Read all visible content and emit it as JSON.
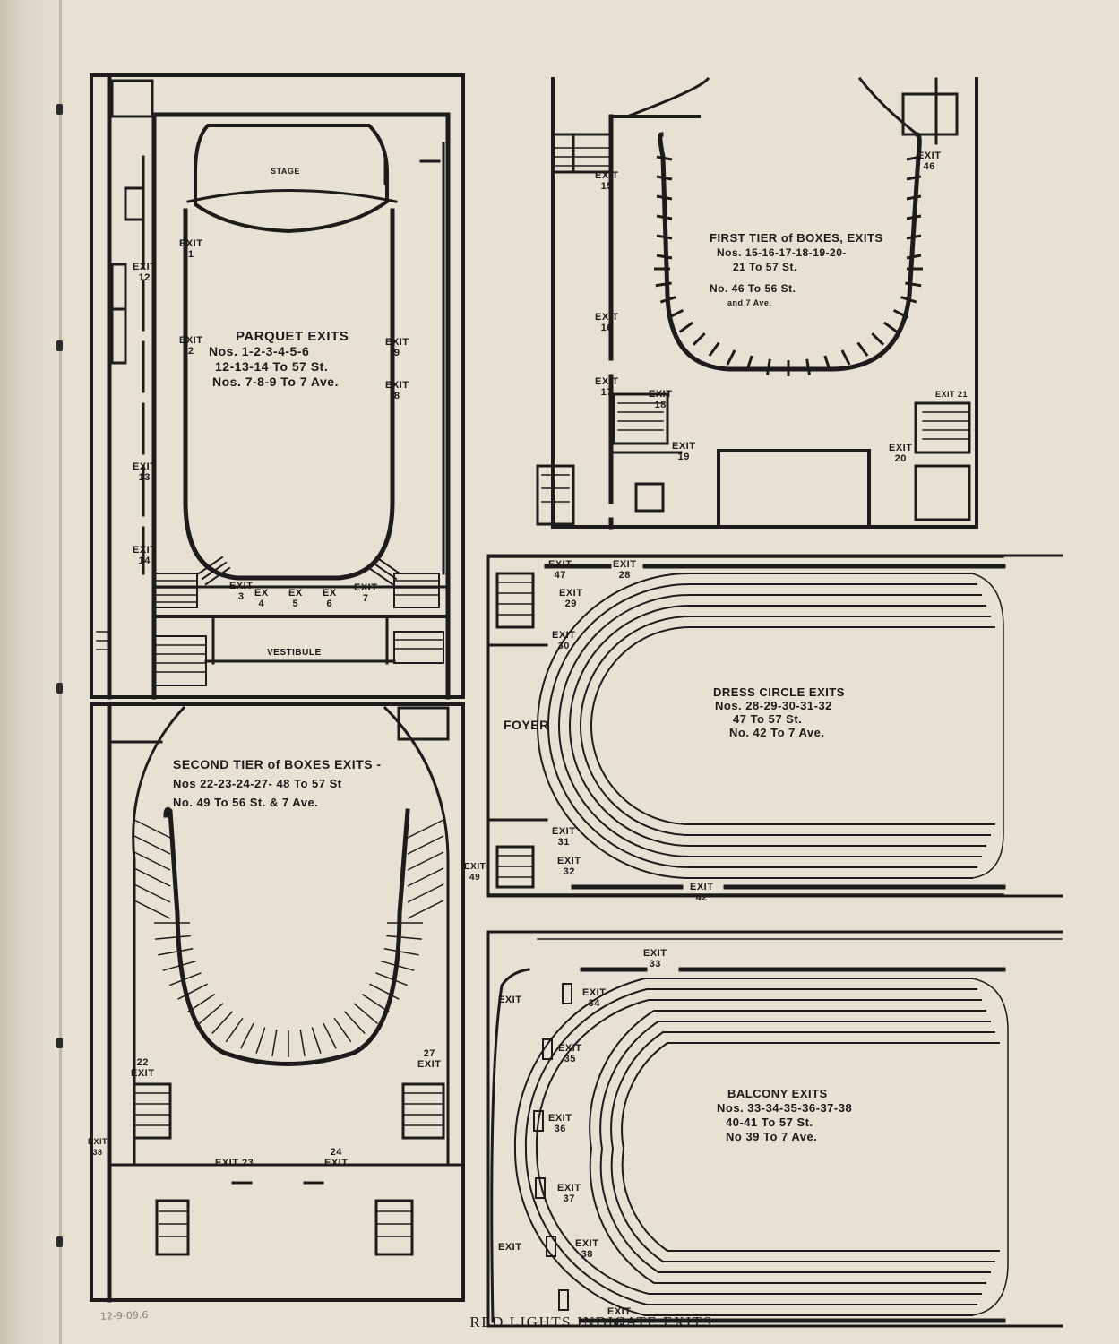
{
  "caption": "RED LIGHTS INDICATE EXITS",
  "handwritten_note": "12-9-09.6",
  "parquet": {
    "stage": "STAGE",
    "vestibule": "VESTIBULE",
    "title": "PARQUET EXITS",
    "line1": "Nos. 1-2-3-4-5-6",
    "line2": "12-13-14 To 57 St.",
    "line3": "Nos. 7-8-9 To 7 Ave."
  },
  "first_tier": {
    "title": "FIRST TIER of BOXES, EXITS",
    "line1": "Nos. 15-16-17-18-19-20-",
    "line2": "21 To 57 St.",
    "line3": "No. 46 To 56 St.",
    "line4": "and 7 Ave."
  },
  "dress_circle": {
    "title": "DRESS CIRCLE EXITS",
    "line1": "Nos. 28-29-30-31-32",
    "line2": "47 To 57 St.",
    "line3": "No. 42 To 7 Ave.",
    "foyer": "FOYER"
  },
  "second_tier": {
    "title": "SECOND TIER of BOXES EXITS -",
    "line1": "Nos 22-23-24-27- 48 To 57 St",
    "line2": "No. 49 To 56 St. & 7 Ave."
  },
  "balcony": {
    "title": "BALCONY EXITS",
    "line1": "Nos. 33-34-35-36-37-38",
    "line2": "40-41 To 57 St.",
    "line3": "No 39 To 7 Ave."
  },
  "exit_word": "EXIT",
  "ex_word": "EX",
  "exits": {
    "e1": "1",
    "e2": "2",
    "e3": "3",
    "e4": "4",
    "e5": "5",
    "e6": "6",
    "e7": "7",
    "e8": "8",
    "e9": "9",
    "e12": "12",
    "e13": "13",
    "e14": "14",
    "e15": "15",
    "e16": "16",
    "e17": "17",
    "e18": "18",
    "e19": "19",
    "e20": "20",
    "e21": "21",
    "e46": "46",
    "e22": "22",
    "e23": "23",
    "e24": "24",
    "e27": "27",
    "e38": "38",
    "e49": "49",
    "e28": "28",
    "e29": "29",
    "e30": "30",
    "e31": "31",
    "e32": "32",
    "e42": "42",
    "e47": "47",
    "e33": "33",
    "e34": "34",
    "e35": "35",
    "e36": "36",
    "e37": "37",
    "e39": "39"
  }
}
